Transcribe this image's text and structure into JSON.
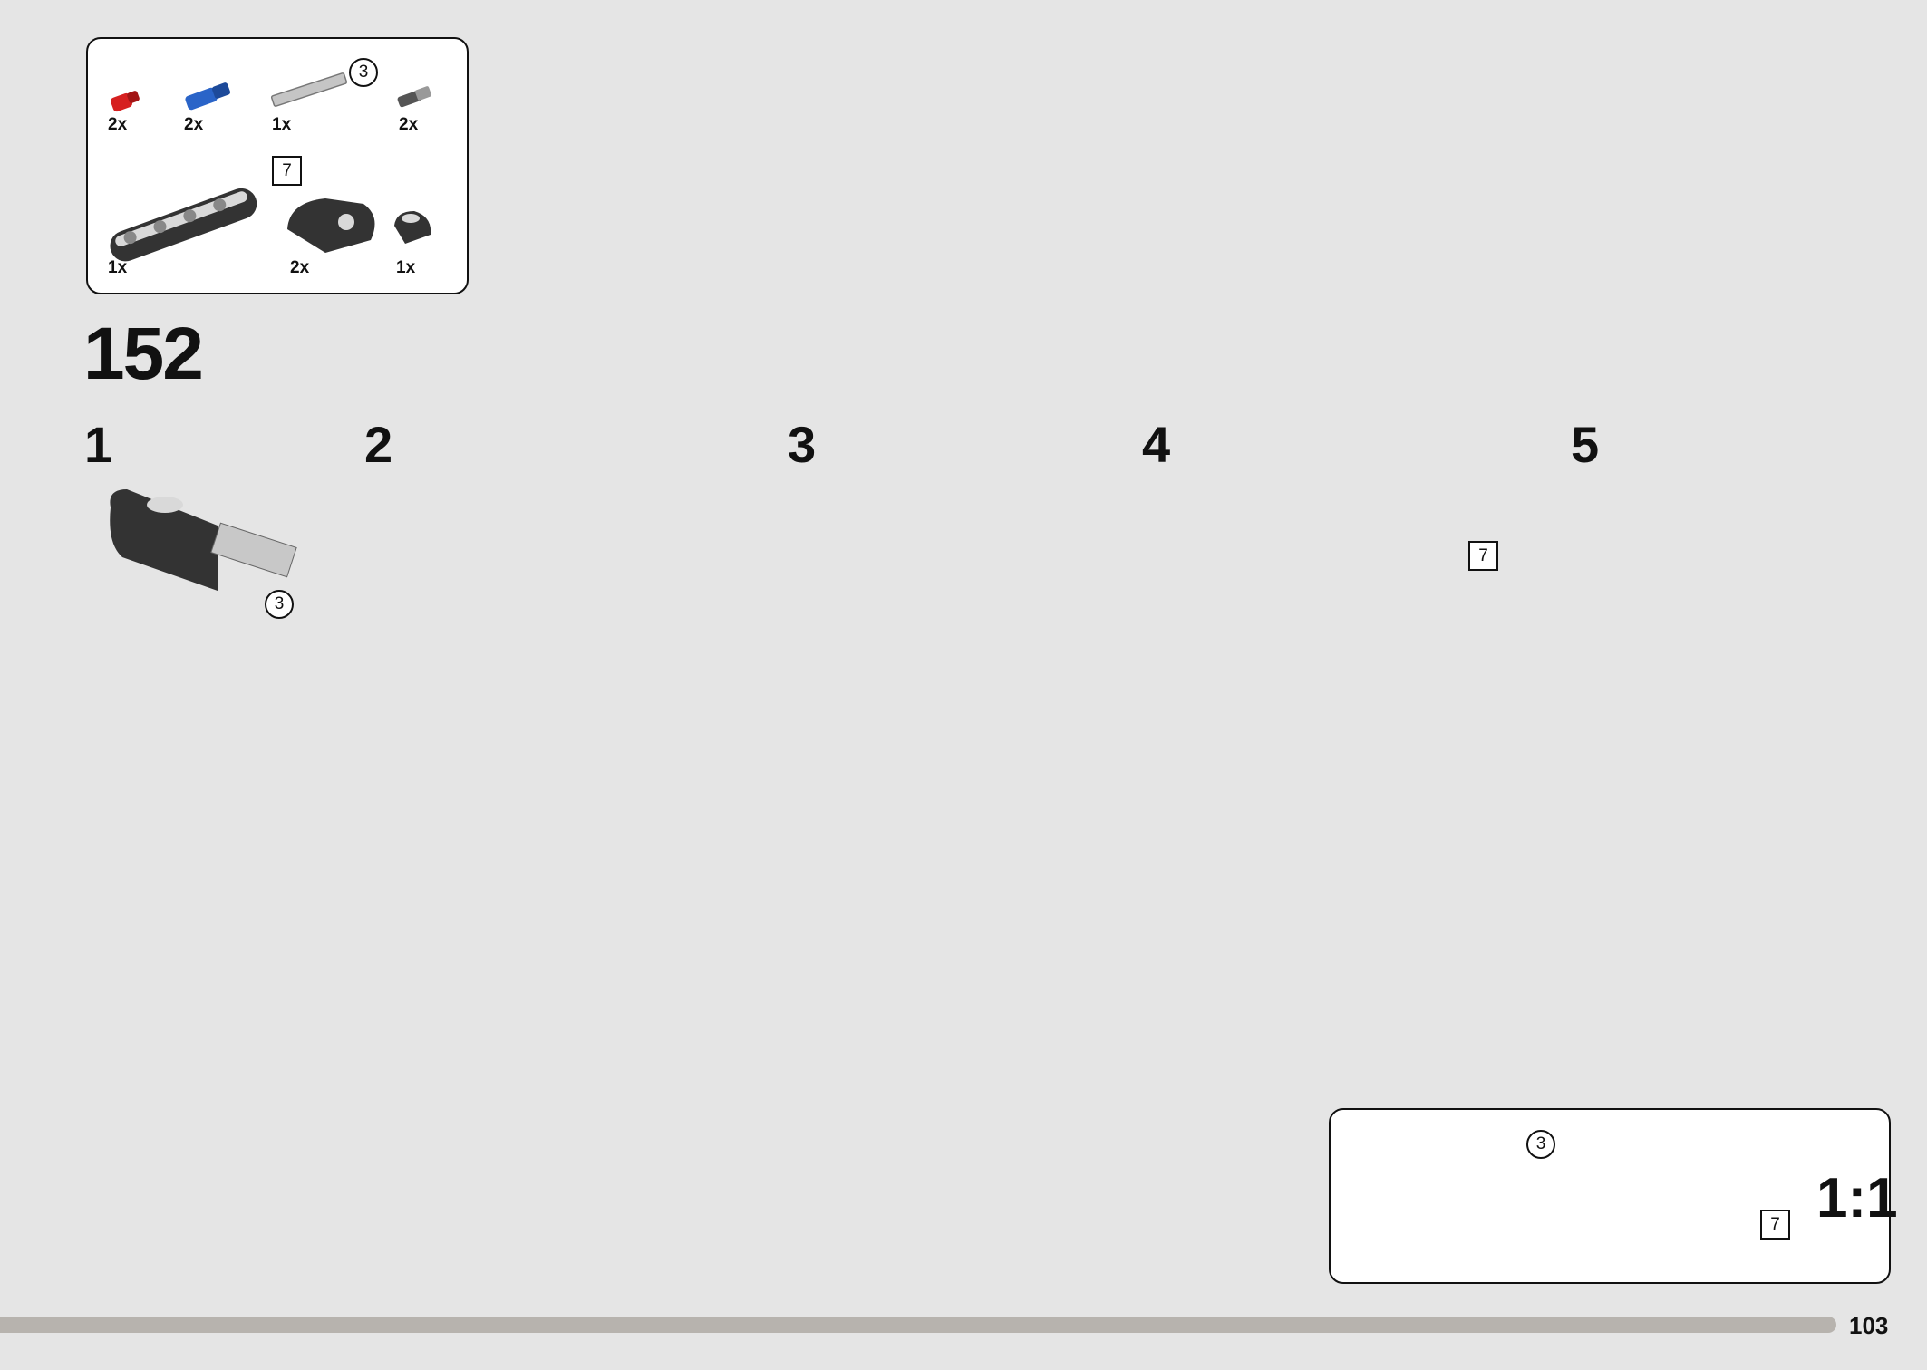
{
  "parts_list": {
    "items": [
      {
        "qty": "2x",
        "color": "#d62020",
        "icon": "red-friction-pin"
      },
      {
        "qty": "2x",
        "color": "#2a64c8",
        "icon": "blue-long-pin"
      },
      {
        "qty": "1x",
        "color": "#b8b8b8",
        "icon": "gray-axle",
        "size": "3"
      },
      {
        "qty": "2x",
        "color": "#555555",
        "icon": "dark-axle-pin"
      },
      {
        "qty": "1x",
        "color": "#333333",
        "icon": "black-beam",
        "size": "7"
      },
      {
        "qty": "2x",
        "color": "#333333",
        "icon": "black-panel-large"
      },
      {
        "qty": "1x",
        "color": "#333333",
        "icon": "black-panel-small"
      }
    ]
  },
  "step": {
    "number": "152"
  },
  "substeps": [
    "1",
    "2",
    "3",
    "4",
    "5"
  ],
  "callouts": {
    "step1_axle": "3",
    "step4_beam": "7"
  },
  "scale_box": {
    "axle_size": "3",
    "beam_size": "7",
    "ratio": "1:1"
  },
  "page": {
    "number": "103"
  },
  "colors": {
    "arrow": "#2f9b4a",
    "part_black": "#333333",
    "pin_blue": "#2a64c8",
    "pin_red": "#d62020",
    "pin_gray": "#b8b8b8"
  }
}
